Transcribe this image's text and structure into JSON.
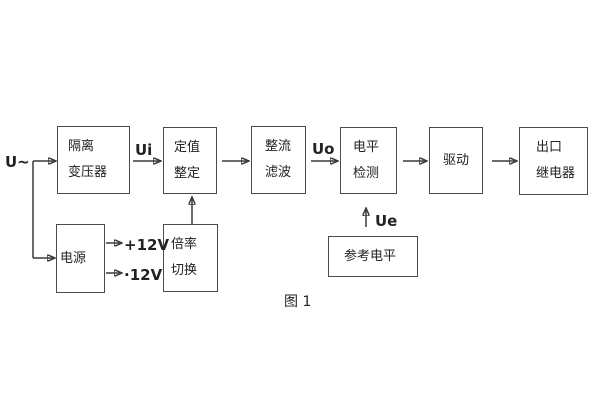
{
  "figure": {
    "caption": "图 1",
    "blocks": [
      {
        "name": "isolation-transformer",
        "lines": [
          "隔离",
          "变压器"
        ]
      },
      {
        "name": "setpoint-adjust",
        "lines": [
          "定值",
          "整定"
        ]
      },
      {
        "name": "rectifier-filter",
        "lines": [
          "整流",
          "滤波"
        ]
      },
      {
        "name": "level-detection",
        "lines": [
          "电平",
          "检测"
        ]
      },
      {
        "name": "driver",
        "lines": [
          "驱动"
        ]
      },
      {
        "name": "output-relay",
        "lines": [
          "出口",
          "继电器"
        ]
      },
      {
        "name": "power-supply",
        "lines": [
          "电源"
        ]
      },
      {
        "name": "multiplier-switch",
        "lines": [
          "倍率",
          "切换"
        ]
      },
      {
        "name": "reference-level",
        "lines": [
          "参考电平"
        ]
      }
    ],
    "signal_labels": {
      "input": "U~",
      "ui": "Ui",
      "uo": "Uo",
      "ue": "Ue",
      "rail_pos": "+12V",
      "rail_neg": "·12V"
    },
    "colors": {
      "line": "#3a3a3a",
      "text": "#222222",
      "background": "#ffffff"
    }
  }
}
